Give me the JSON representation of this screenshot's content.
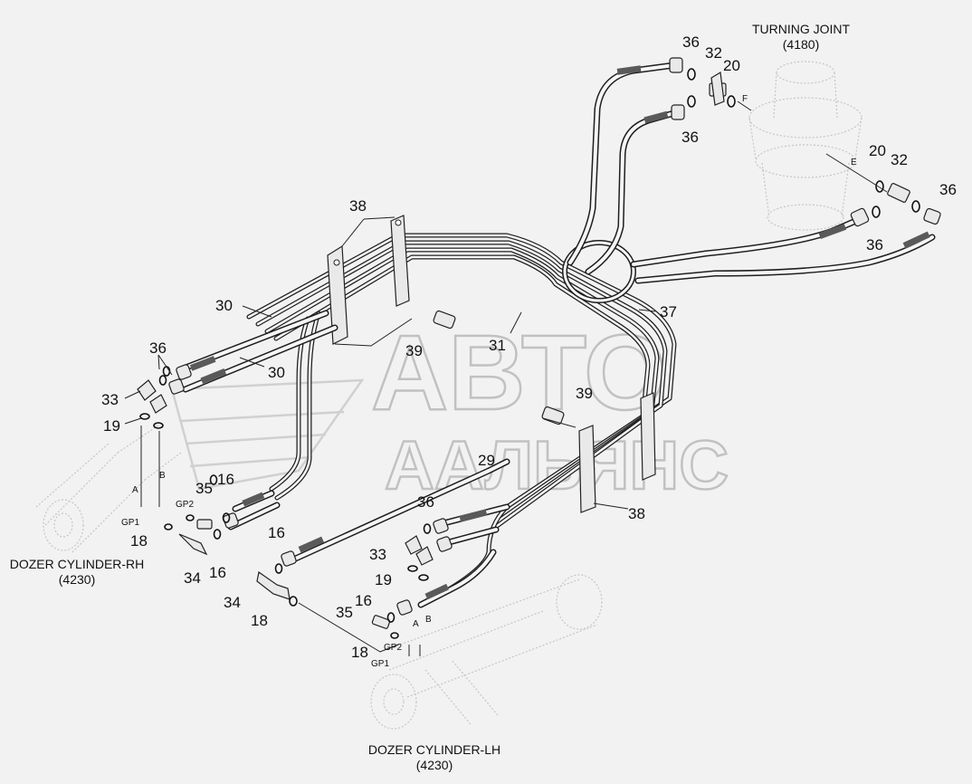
{
  "labels": {
    "turning_joint": "TURNING JOINT",
    "turning_joint_code": "(4180)",
    "dozer_rh": "DOZER CYLINDER-RH",
    "dozer_rh_code": "(4230)",
    "dozer_lh": "DOZER CYLINDER-LH",
    "dozer_lh_code": "(4230)"
  },
  "callouts": {
    "c36a": "36",
    "c32a": "32",
    "c20a": "20",
    "c36b": "36",
    "c20b": "20",
    "c32b": "32",
    "c36c": "36",
    "c36d": "36",
    "c38a": "38",
    "c37": "37",
    "c30a": "30",
    "c30b": "30",
    "c31": "31",
    "c39a": "39",
    "c39b": "39",
    "c36e": "36",
    "c33a": "33",
    "c19a": "19",
    "c29": "29",
    "c16a": "16",
    "c35a": "35",
    "c36f": "36",
    "c38b": "38",
    "c18a": "18",
    "c34a": "34",
    "c16b": "16",
    "c16c": "16",
    "c33b": "33",
    "c19b": "19",
    "c34b": "34",
    "c18b": "18",
    "c16d": "16",
    "c35b": "35",
    "c18c": "18"
  },
  "ports": {
    "F": "F",
    "E": "E",
    "A1": "A",
    "B1": "B",
    "GP2a": "GP2",
    "GP1a": "GP1",
    "A2": "A",
    "B2": "B",
    "GP2b": "GP2",
    "GP1b": "GP1"
  },
  "watermark": {
    "line1": "АВТО",
    "line2": "ААЛЬЯНС"
  }
}
